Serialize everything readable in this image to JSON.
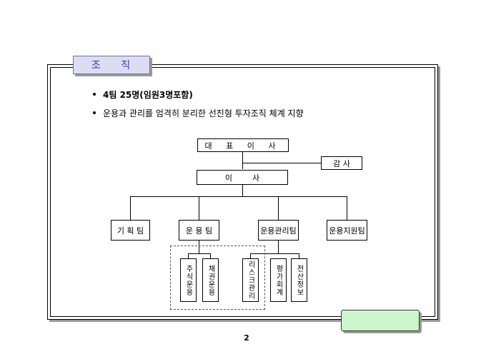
{
  "section_title": "조 직",
  "bullets": [
    "4팀 25명(임원3명포함)",
    "운용과 관리를 엄격히 분리한 선진형 투자조직 체계 지향"
  ],
  "org": {
    "ceo": "대 표 이 사",
    "auditor": "감 사",
    "director": "이        사",
    "teams": [
      "기 획 팀",
      "운 용 팀",
      "운용관리팀",
      "운용지원팀"
    ],
    "ops_subunits": [
      "주식운용",
      "채권운용"
    ],
    "mgmt_subunits": [
      "리스크관리",
      "평가회계",
      "전산정보"
    ]
  },
  "page_number": "2"
}
